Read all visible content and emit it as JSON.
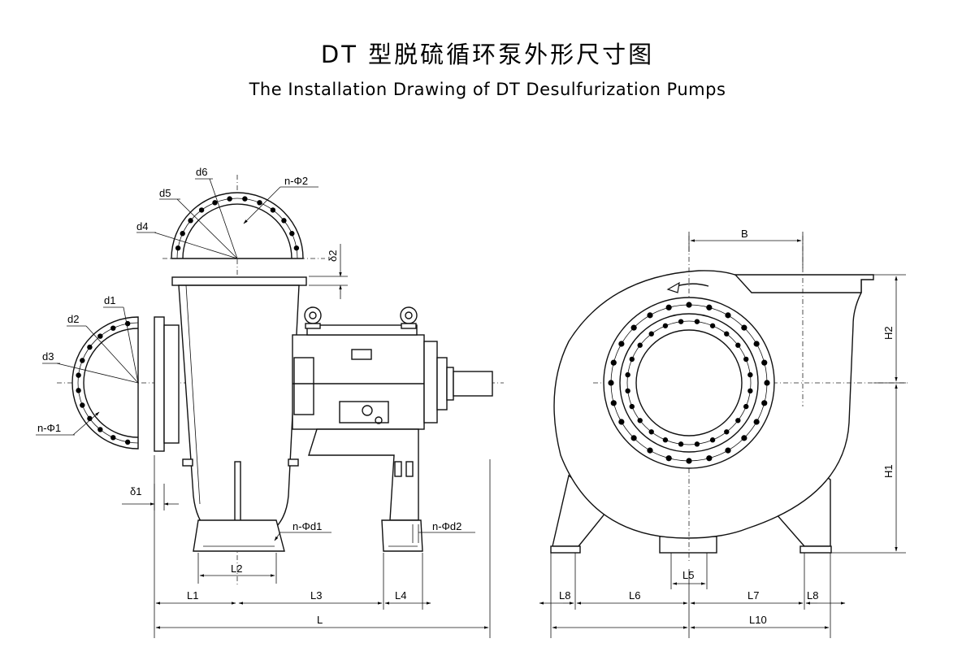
{
  "title_cn": "DT 型脱硫循环泵外形尺寸图",
  "title_en": "The Installation Drawing of DT Desulfurization Pumps",
  "side_view_labels": {
    "d1": "d1",
    "d2": "d2",
    "d3": "d3",
    "d4": "d4",
    "d5": "d5",
    "d6": "d6",
    "n_phi2": "n-Φ2",
    "n_phi1": "n-Φ1",
    "delta2": "δ2",
    "delta1": "δ1",
    "n_phid1": "n-Φd1",
    "n_phid2": "n-Φd2",
    "L1": "L1",
    "L2": "L2",
    "L3": "L3",
    "L4": "L4",
    "L": "L"
  },
  "front_view_labels": {
    "B": "B",
    "H1": "H1",
    "H2": "H2",
    "L5": "L5",
    "L6": "L6",
    "L7": "L7",
    "L8a": "L8",
    "L8b": "L8",
    "L10": "L10"
  }
}
